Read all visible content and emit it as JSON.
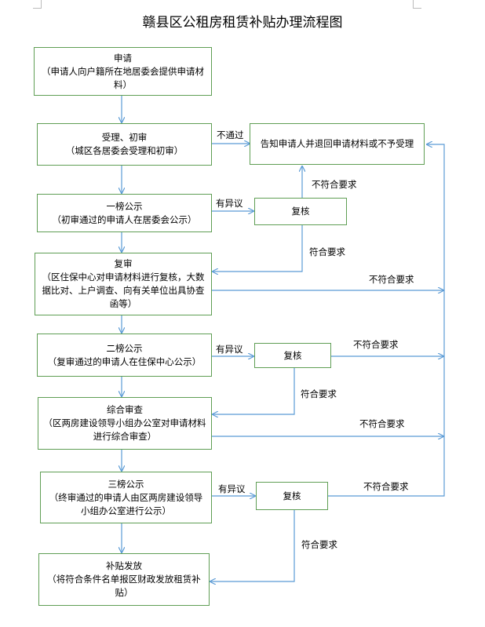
{
  "title": "赣县区公租房租赁补贴办理流程图",
  "steps": [
    {
      "title": "申请",
      "desc": "（申请人向户籍所在地居委会提供申请材料）"
    },
    {
      "title": "受理、初审",
      "desc": "（城区各居委会受理和初审）"
    },
    {
      "title": "一榜公示",
      "desc": "（初审通过的申请人在居委会公示）"
    },
    {
      "title": "复审",
      "desc": "（区住保中心对申请材料进行复核，大数据比对、上户调查、向有关单位出具协查函等）"
    },
    {
      "title": "二榜公示",
      "desc": "（复审通过的申请人在住保中心公示）"
    },
    {
      "title": "综合审查",
      "desc": "（区两房建设领导小组办公室对申请材料进行综合审查）"
    },
    {
      "title": "三榜公示",
      "desc": "（终审通过的申请人由区两房建设领导小组办公室进行公示）"
    },
    {
      "title": "补贴发放",
      "desc": "（将符合条件名单报区财政发放租赁补贴）"
    }
  ],
  "reject_box": "告知申请人并退回申请材料或不予受理",
  "review_box": "复核",
  "labels": {
    "not_passed": "不通过",
    "objection": "有异议",
    "meets": "符合要求",
    "not_meets": "不符合要求"
  }
}
